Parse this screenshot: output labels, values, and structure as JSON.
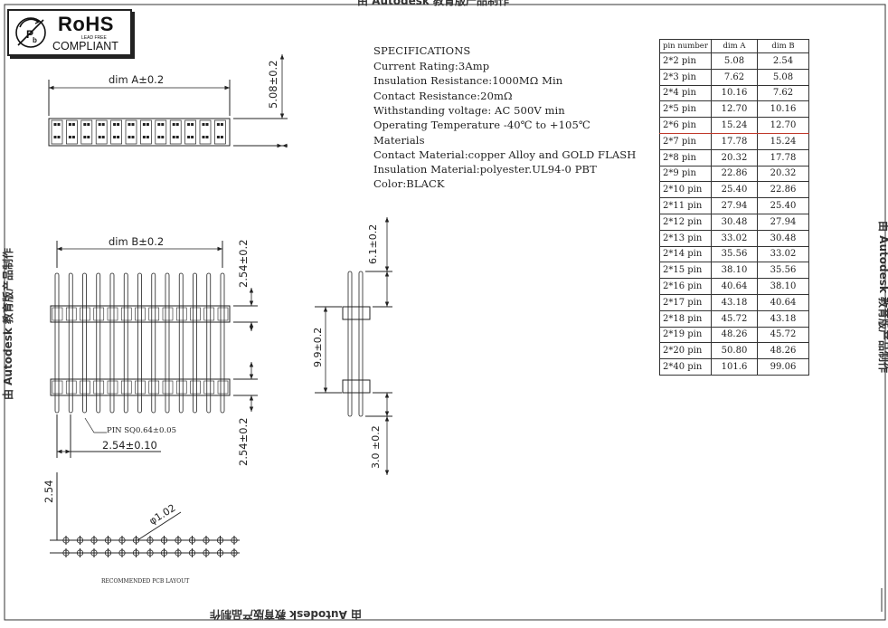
{
  "watermark": "由 Autodesk 教育版产品制作",
  "logo": {
    "brand": "RoHS",
    "lead_free": "LEAD FREE",
    "compliant": "COMPLIANT",
    "icon": "recycle-pb-icon"
  },
  "specifications": {
    "title": "SPECIFICATIONS",
    "lines": [
      "Current Rating:3Amp",
      "Insulation Resistance:1000MΩ  Min",
      "Contact Resistance:20mΩ",
      "Withstanding voltage: AC 500V min",
      "Operating Temperature -40℃ to +105℃",
      "Materials",
      "Contact Material:copper Alloy and GOLD FLASH",
      "Insulation Material:polyester.UL94-0 PBT",
      "Color:BLACK"
    ]
  },
  "pin_table": {
    "headers": [
      "pin number",
      "dim A",
      "dim B"
    ],
    "rows": [
      [
        "2*2 pin",
        "5.08",
        "2.54"
      ],
      [
        "2*3 pin",
        "7.62",
        "5.08"
      ],
      [
        "2*4 pin",
        "10.16",
        "7.62"
      ],
      [
        "2*5 pin",
        "12.70",
        "10.16"
      ],
      [
        "2*6 pin",
        "15.24",
        "12.70"
      ],
      [
        "2*7 pin",
        "17.78",
        "15.24"
      ],
      [
        "2*8 pin",
        "20.32",
        "17.78"
      ],
      [
        "2*9 pin",
        "22.86",
        "20.32"
      ],
      [
        "2*10 pin",
        "25.40",
        "22.86"
      ],
      [
        "2*11 pin",
        "27.94",
        "25.40"
      ],
      [
        "2*12 pin",
        "30.48",
        "27.94"
      ],
      [
        "2*13 pin",
        "33.02",
        "30.48"
      ],
      [
        "2*14 pin",
        "35.56",
        "33.02"
      ],
      [
        "2*15 pin",
        "38.10",
        "35.56"
      ],
      [
        "2*16 pin",
        "40.64",
        "38.10"
      ],
      [
        "2*17 pin",
        "43.18",
        "40.64"
      ],
      [
        "2*18 pin",
        "45.72",
        "43.18"
      ],
      [
        "2*19 pin",
        "48.26",
        "45.72"
      ],
      [
        "2*20 pin",
        "50.80",
        "48.26"
      ],
      [
        "2*40 pin",
        "101.6",
        "99.06"
      ]
    ],
    "highlight_row": 4,
    "highlight_color": "#c0392b"
  },
  "dims": {
    "dim_a": "dim A±0.2",
    "height_top": "5.08±0.2",
    "dim_b": "dim B±0.2",
    "pitch_v_top": "2.54±0.2",
    "pitch_v_bottom": "2.54±0.2",
    "pin_size": "PIN SQ0.64±0.05",
    "pitch_h": "2.54±0.10",
    "side_top": "6.1±0.2",
    "side_mid": "9.9±0.2",
    "side_bottom": "3.0 ±0.2",
    "pcb_pitch": "2.54",
    "hole_dia": "φ1.02",
    "pcb_caption": "RECOMMENDED PCB LAYOUT"
  },
  "colors": {
    "line": "#222222",
    "accent": "#c0392b"
  }
}
